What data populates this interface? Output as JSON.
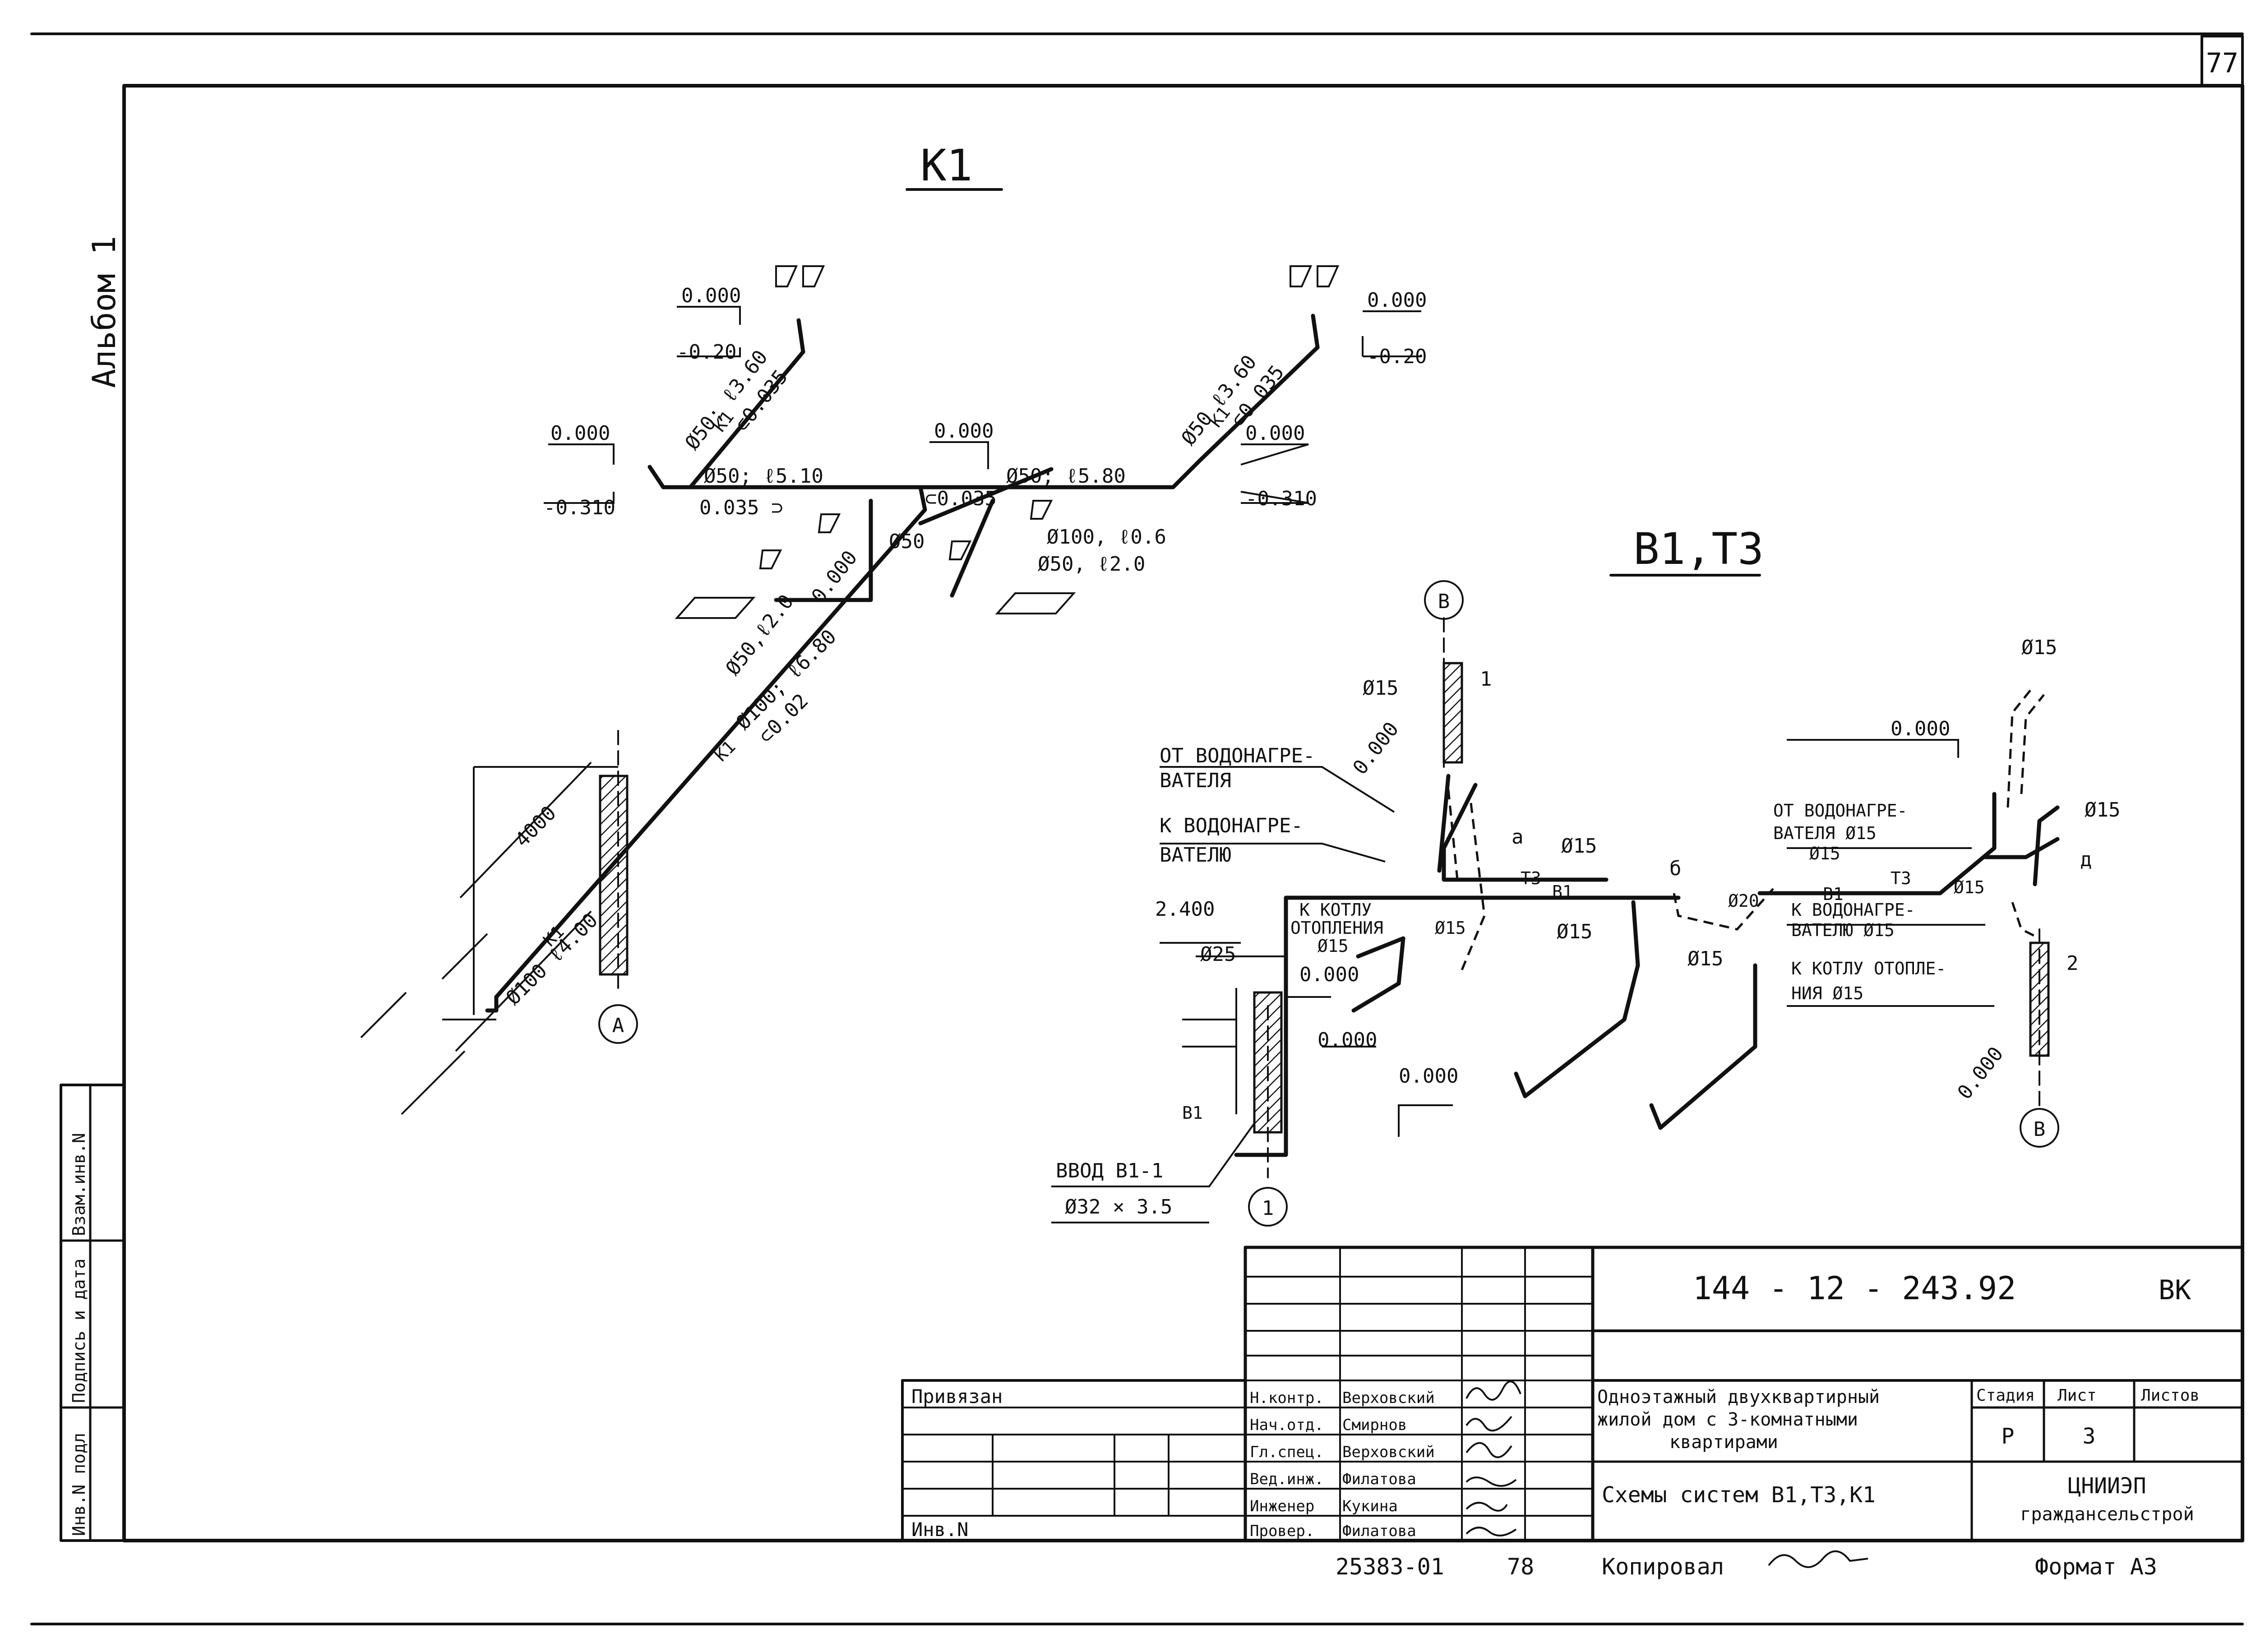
{
  "sheet": {
    "number": "77",
    "album": "Альбом 1"
  },
  "side_stamp": {
    "cells": [
      "Инв.N подл",
      "Подпись и дата",
      "Взам.инв.N"
    ]
  },
  "k1": {
    "title": "К1",
    "labels": {
      "l_0000_a": "0.000",
      "l_m020_a": "-0.20",
      "l_0000_b": "0.000",
      "l_m020_b": "-0.20",
      "l_0000_c": "0.000",
      "l_m0310_a": "-0.310",
      "l_0000_d": "0.000",
      "l_m0310_b": "-0.310",
      "l_0000_e": "0.000",
      "d50_360_a": "Ø50; ℓ3.60",
      "k1_a": "К1",
      "s0035_a": "⊂0.035",
      "d50_360_b": "Ø50 ℓ3.60",
      "k1_b": "К1",
      "s0035_b": "⊂0.035",
      "d50_510": "Ø50; ℓ5.10",
      "s0035_c": "0.035 ⊃",
      "d50_580": "Ø50; ℓ5.80",
      "s0035_d": "⊂0.035",
      "d100_06": "Ø100, ℓ0.6",
      "d50_20a": "Ø50, ℓ2.0",
      "d50_20b": "Ø50,ℓ2.0",
      "d50": "Ø50",
      "d100_680": "Ø100; ℓ6.80",
      "k1_c": "К1",
      "s002": "⊂0.02",
      "dim4000": "4000",
      "k1_d": "К1",
      "d100_400": "Ø100 ℓ4.00",
      "s0000_f": "0.000"
    },
    "axis": "А"
  },
  "b1t3": {
    "title": "В1,Т3",
    "labels": {
      "from_heater_a": "ОТ ВОДОНАГРЕ-",
      "from_heater_a2": "ВАТЕЛЯ",
      "to_heater_a": "К ВОДОНАГРЕ-",
      "to_heater_a2": "ВАТЕЛЮ",
      "to_boiler_a": "К КОТЛУ",
      "to_boiler_a2": "ОТОПЛЕНИЯ",
      "to_boiler_a3": "Ø15",
      "d15_a": "Ø15",
      "d15_b": "Ø15",
      "d15_c": "Ø15",
      "d15_d": "Ø15",
      "d15_e": "Ø15",
      "d15_f": "Ø15",
      "d15_g": "Ø15",
      "d15_h": "Ø15",
      "d20": "Ø20",
      "d25": "Ø25",
      "lvl2400": "2.400",
      "lvl0000_a": "0.000",
      "lvl0000_b": "0.000",
      "lvl0000_c": "0.000",
      "lvl0000_d": "0.000",
      "lvl0000_e": "0.000",
      "lvl0000_f": "0.000",
      "t3": "Т3",
      "b1": "В1",
      "t3b": "Т3",
      "b1b": "В1",
      "from_heater_b": "ОТ ВОДОНАГРЕ-",
      "from_heater_b2": "ВАТЕЛЯ  Ø15",
      "from_heater_b3": "Ø15",
      "to_heater_b": "К ВОДОНАГРЕ-",
      "to_heater_b2": "ВАТЕЛЮ  Ø15",
      "to_boiler_b": "К КОТЛУ ОТОПЛЕ-",
      "to_boiler_b2": "НИЯ   Ø15",
      "a_mark": "а",
      "b_mark": "б",
      "d_mark": "д",
      "one": "1",
      "two": "2",
      "input": "ВВОД  В1-1",
      "input_pipe": "Ø32 × 3.5",
      "b1_in": "В1"
    },
    "axes": {
      "b_top": "В",
      "b_bot": "В",
      "one": "1"
    }
  },
  "title_block": {
    "doc_code": "144 - 12 - 243.92",
    "section": "ВК",
    "attached": "Привязан",
    "inv": "Инв.N",
    "roles": [
      "Н.контр.",
      "Нач.отд.",
      "Гл.спец.",
      "Вед.инж.",
      "Инженер",
      "Провер."
    ],
    "names": [
      "Верховский",
      "Смирнов",
      "Верховский",
      "Филатова",
      "Кукина",
      "Филатова"
    ],
    "object": [
      "Одноэтажный двухквартирный",
      "жилой дом с 3-комнатными",
      "квартирами"
    ],
    "sheet_name": "Схемы систем В1,Т3,К1",
    "stage_h": "Стадия",
    "sheet_h": "Лист",
    "sheets_h": "Листов",
    "stage": "Р",
    "sheet": "3",
    "org": [
      "ЦНИИЭП",
      "граждансельстрой"
    ]
  },
  "footer": {
    "archive": "25383-01",
    "page": "78",
    "copied": "Копировал",
    "format": "Формат А3"
  }
}
